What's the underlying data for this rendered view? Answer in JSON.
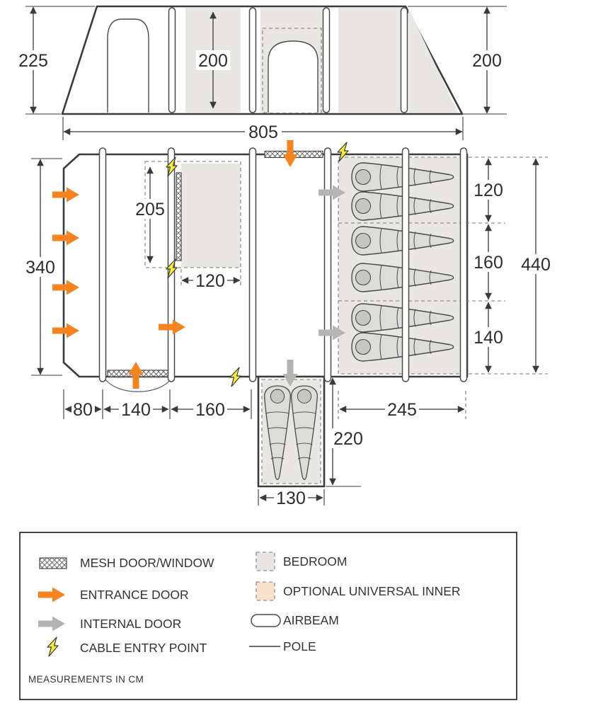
{
  "side_view": {
    "dim_height_left": "225",
    "dim_inner_height": "200",
    "dim_height_right": "200",
    "dim_width": "805"
  },
  "floor_plan": {
    "dim_depth": "340",
    "dim_inner_depth": "205",
    "dim_inner_width": "120",
    "dim_bedroom_section_1": "120",
    "dim_bedroom_section_2": "160",
    "dim_bedroom_section_3": "140",
    "dim_total_depth": "440",
    "dim_front_left": "80",
    "dim_front_mid": "140",
    "dim_front_right": "160",
    "dim_bedroom_width": "245",
    "dim_porch_depth": "220",
    "dim_porch_width": "130"
  },
  "legend": {
    "left": [
      {
        "icon": "mesh-door-window-icon",
        "label": "MESH DOOR/WINDOW"
      },
      {
        "icon": "entrance-door-icon",
        "label": "ENTRANCE DOOR"
      },
      {
        "icon": "internal-door-icon",
        "label": "INTERNAL DOOR"
      },
      {
        "icon": "cable-entry-point-icon",
        "label": "CABLE ENTRY POINT"
      }
    ],
    "right": [
      {
        "icon": "bedroom-icon",
        "label": "BEDROOM"
      },
      {
        "icon": "optional-universal-inner-icon",
        "label": "OPTIONAL UNIVERSAL INNER"
      },
      {
        "icon": "airbeam-icon",
        "label": "AIRBEAM"
      },
      {
        "icon": "pole-icon",
        "label": "POLE"
      }
    ],
    "note": "MEASUREMENTS IN CM"
  },
  "colors": {
    "entrance_door": "#f5831f",
    "internal_door": "#b4b4b2",
    "cable_entry": "#f9ed32",
    "bedroom": "#e8e7e3",
    "optional_inner": "#f8e2cc",
    "outline": "#3c3c3c"
  }
}
